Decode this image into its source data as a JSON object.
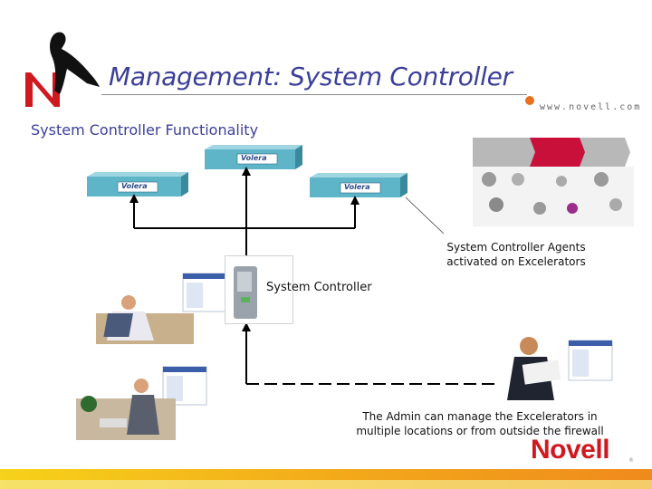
{
  "slide": {
    "title": "Management: System Controller",
    "url": "www.novell.com",
    "subtitle": "System Controller Functionality",
    "brand": "Novell",
    "brand_mark": "®"
  },
  "diagram": {
    "appliance_brand": "Volera",
    "controller_label": "System Controller",
    "agents_caption": [
      "System Controller Agents",
      "activated on Excelerators"
    ],
    "admin_caption": [
      "The Admin can manage the Excelerators in",
      "multiple locations or from outside the firewall"
    ]
  },
  "colors": {
    "title": "#3b3f9a",
    "brand_red": "#d0191f",
    "accent_orange": "#e9701f",
    "appliance_teal": "#4aa3b8",
    "bar_yellow": "#f4b21a"
  },
  "icons": [
    "novell-n-logo",
    "server-appliance-icon",
    "server-tower-icon",
    "screenshot-thumbnail",
    "person-at-laptop",
    "person-at-desk",
    "person-reading"
  ]
}
